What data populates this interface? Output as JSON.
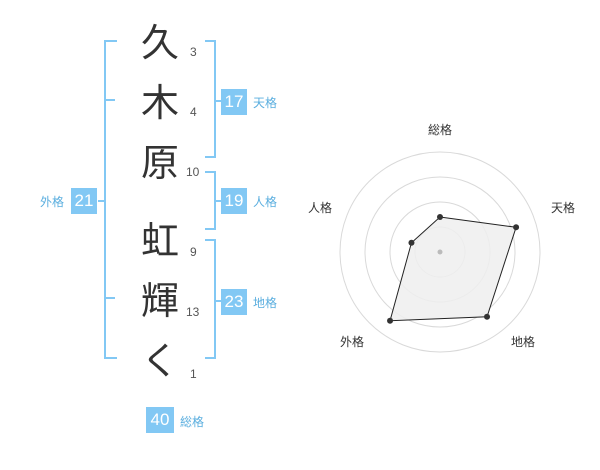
{
  "colors": {
    "bracket": "#82c8f4",
    "box": "#82c8f4",
    "label": "#5aaedf",
    "radar_fill": "#eeeeee",
    "radar_line": "#222222"
  },
  "name": {
    "chars": [
      {
        "char": "久",
        "strokes": "3"
      },
      {
        "char": "木",
        "strokes": "4"
      },
      {
        "char": "原",
        "strokes": "10"
      },
      {
        "char": "虹",
        "strokes": "9"
      },
      {
        "char": "輝",
        "strokes": "13"
      },
      {
        "char": "く",
        "strokes": "1"
      }
    ]
  },
  "kaku": {
    "gaikaku": {
      "value": "21",
      "label": "外格"
    },
    "tenkaku": {
      "value": "17",
      "label": "天格"
    },
    "jinkaku": {
      "value": "19",
      "label": "人格"
    },
    "chikaku": {
      "value": "23",
      "label": "地格"
    },
    "soukaku": {
      "value": "40",
      "label": "総格"
    }
  },
  "chart_data": {
    "type": "radar",
    "axes": [
      "総格",
      "天格",
      "地格",
      "外格",
      "人格"
    ],
    "values": [
      0.35,
      0.8,
      0.8,
      0.85,
      0.3
    ],
    "max": 1,
    "rings": 4
  }
}
